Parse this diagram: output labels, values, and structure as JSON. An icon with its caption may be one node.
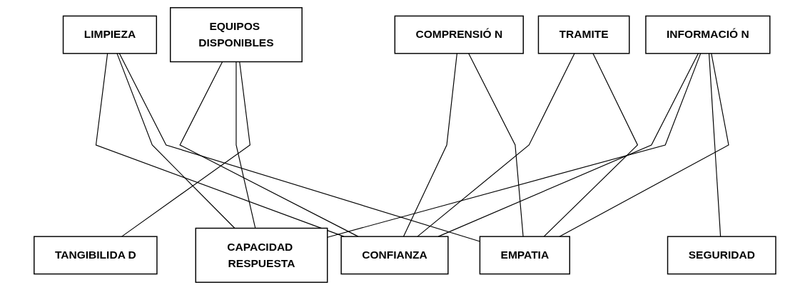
{
  "diagram": {
    "nodes": [
      {
        "text": [
          "LIMPIEZA"
        ]
      },
      {
        "text": [
          "EQUIPOS DISPONIBLES"
        ]
      },
      {
        "text": [
          "INFORMACIÓ N"
        ]
      },
      {
        "text": [
          "COMPRENSIÓ N"
        ]
      },
      {
        "text": [
          "TRAMITE"
        ]
      },
      {
        "text": [
          "CONFIANZA"
        ]
      },
      {
        "text": [
          "CAPACIDAD RESPUESTA"
        ]
      },
      {
        "text": [
          "SEGURIDAD"
        ]
      },
      {
        "text": [
          "EMPATIA"
        ]
      },
      {
        "text": [
          "TANGIBILIDA D"
        ]
      }
    ],
    "edges": [
      {
        "from": 0,
        "to": 5,
        "arrow": "none"
      },
      {
        "from": 0,
        "to": 6,
        "arrow": "none"
      },
      {
        "from": 0,
        "to": 8,
        "arrow": "none"
      },
      {
        "from": 1,
        "to": 5,
        "arrow": "none"
      },
      {
        "from": 1,
        "to": 6,
        "arrow": "none"
      },
      {
        "from": 1,
        "to": 9,
        "arrow": "none"
      },
      {
        "from": 2,
        "to": 5,
        "arrow": "none"
      },
      {
        "from": 2,
        "to": 6,
        "arrow": "none"
      },
      {
        "from": 2,
        "to": 7,
        "arrow": "none"
      },
      {
        "from": 2,
        "to": 8,
        "arrow": "none"
      },
      {
        "from": 3,
        "to": 5,
        "arrow": "none"
      },
      {
        "from": 3,
        "to": 8,
        "arrow": "none"
      },
      {
        "from": 4,
        "to": 5,
        "arrow": "none"
      },
      {
        "from": 4,
        "to": 8,
        "arrow": "none"
      }
    ]
  }
}
